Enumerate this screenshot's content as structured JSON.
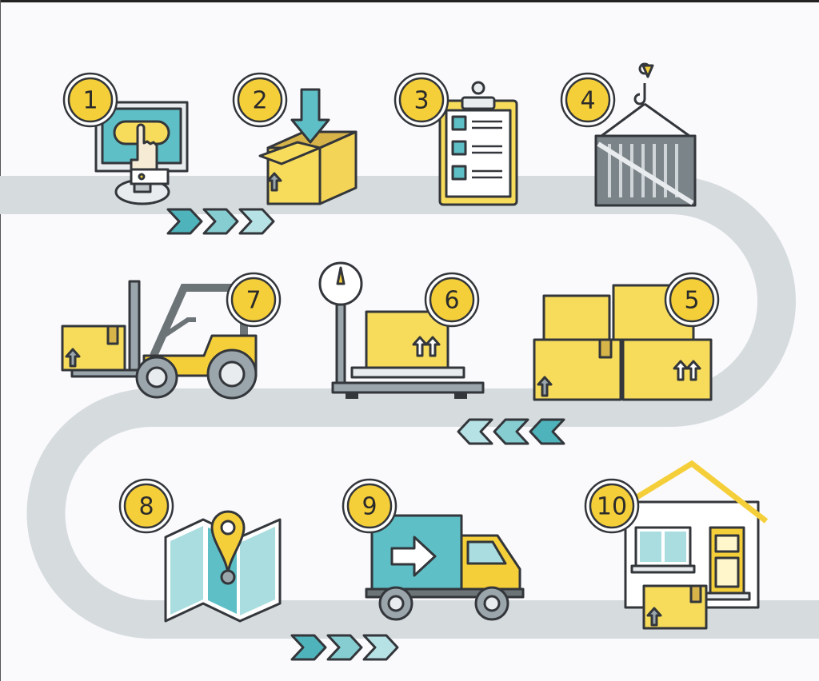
{
  "steps": [
    {
      "label": "1",
      "icon": "computer-click-icon"
    },
    {
      "label": "2",
      "icon": "box-receive-icon"
    },
    {
      "label": "3",
      "icon": "checklist-clipboard-icon"
    },
    {
      "label": "4",
      "icon": "crane-container-icon"
    },
    {
      "label": "5",
      "icon": "stacked-boxes-icon"
    },
    {
      "label": "6",
      "icon": "scale-weighing-icon"
    },
    {
      "label": "7",
      "icon": "forklift-icon"
    },
    {
      "label": "8",
      "icon": "map-pin-icon"
    },
    {
      "label": "9",
      "icon": "delivery-truck-icon"
    },
    {
      "label": "10",
      "icon": "house-delivery-icon"
    }
  ],
  "colors": {
    "background": "#fafafd",
    "road": "#d6dbde",
    "badge": "#f5cf3a",
    "yellow": "#f7dc5c",
    "teal": "#5ebfc6",
    "teal_light": "#a9dde0",
    "outline": "#33363a",
    "gray": "#6c7478"
  }
}
